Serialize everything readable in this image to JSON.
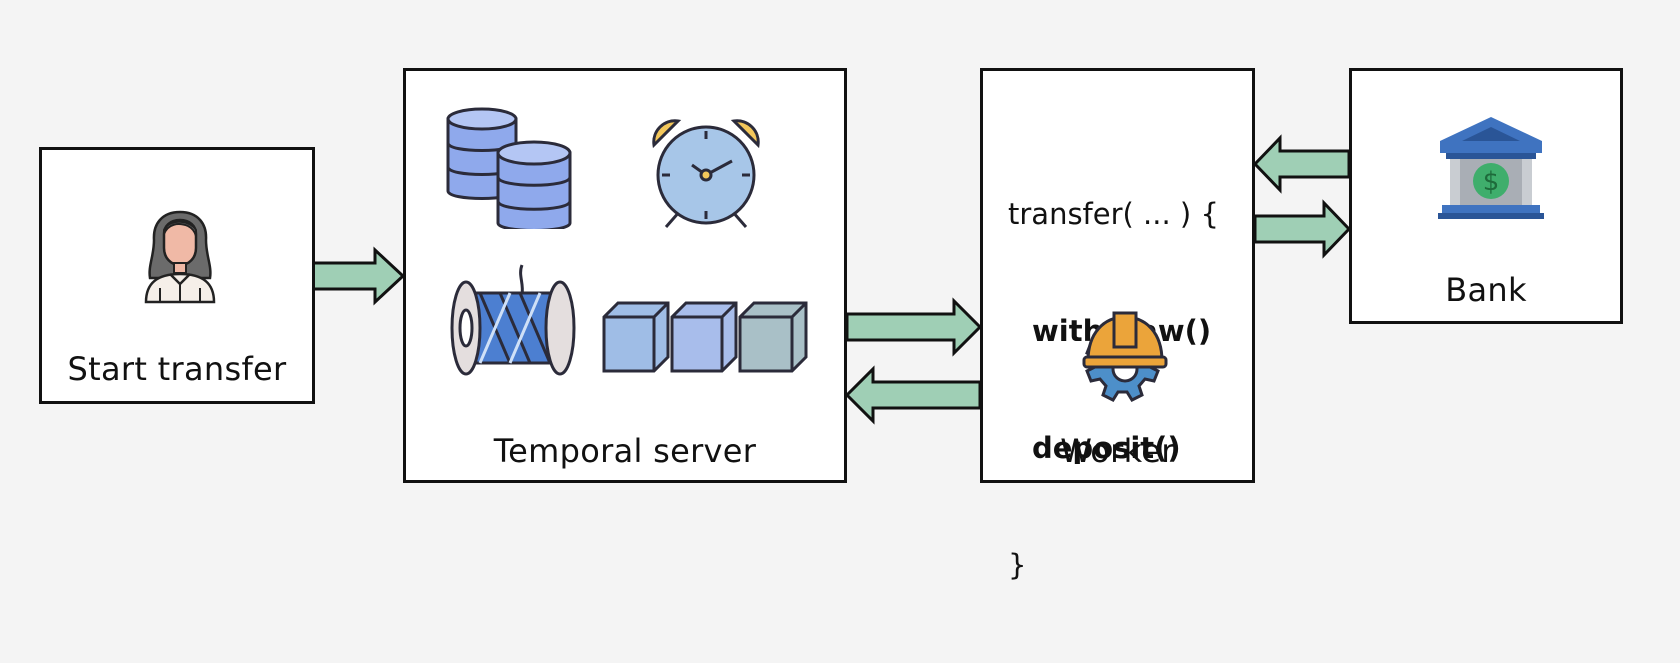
{
  "start": {
    "label": "Start transfer",
    "icon": "person-icon"
  },
  "server": {
    "label": "Temporal server",
    "icons": [
      "database-icon",
      "alarm-clock-icon",
      "thread-spool-icon",
      "queue-boxes-icon"
    ]
  },
  "worker": {
    "label": "Worker",
    "code": {
      "open": "transfer( ... ) {",
      "line1": "withdraw()",
      "line2": "deposit()",
      "close": "}"
    },
    "icon": "worker-helmet-gear-icon"
  },
  "bank": {
    "label": "Bank",
    "icon": "bank-icon"
  },
  "colors": {
    "arrow_fill": "#9fcfb5",
    "stroke": "#111111",
    "box": "#ffffff",
    "background": "#f4f4f4"
  }
}
